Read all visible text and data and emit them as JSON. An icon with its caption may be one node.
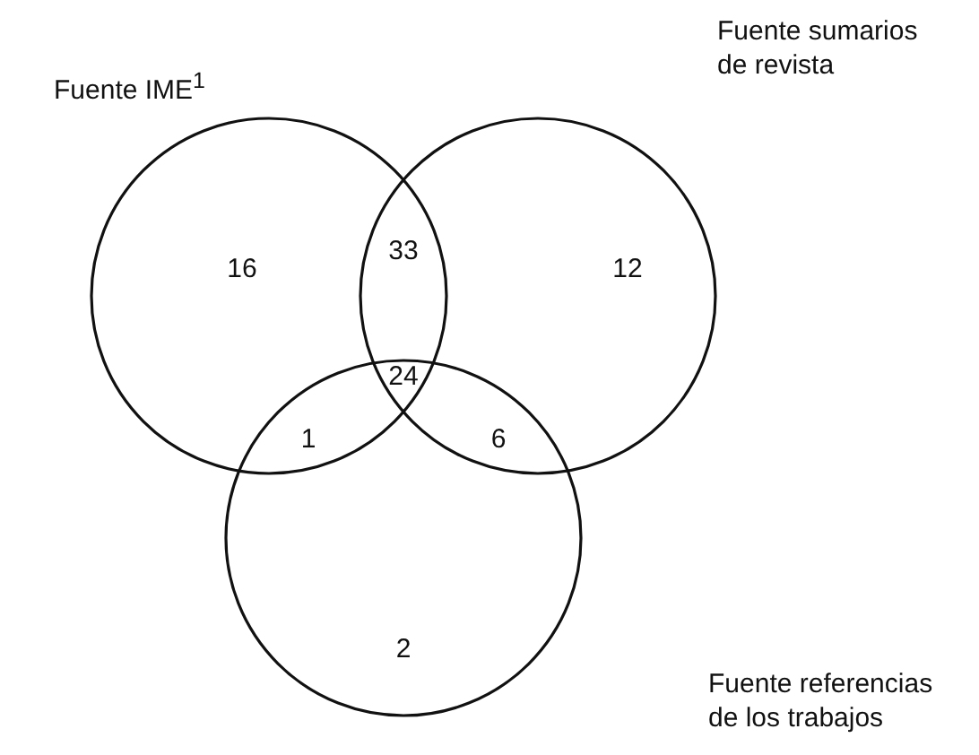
{
  "diagram": {
    "nodes": [
      {
        "text": [
          "Fuente IME$^{1}$"
        ]
      },
      {
        "text": [
          "Fuente sumarios de revista"
        ]
      },
      {
        "text": [
          "Fuente referencias de los trabajos"
        ]
      }
    ],
    "labels": [
      "16",
      "33",
      "12",
      "24",
      "1",
      "6",
      "2"
    ]
  }
}
